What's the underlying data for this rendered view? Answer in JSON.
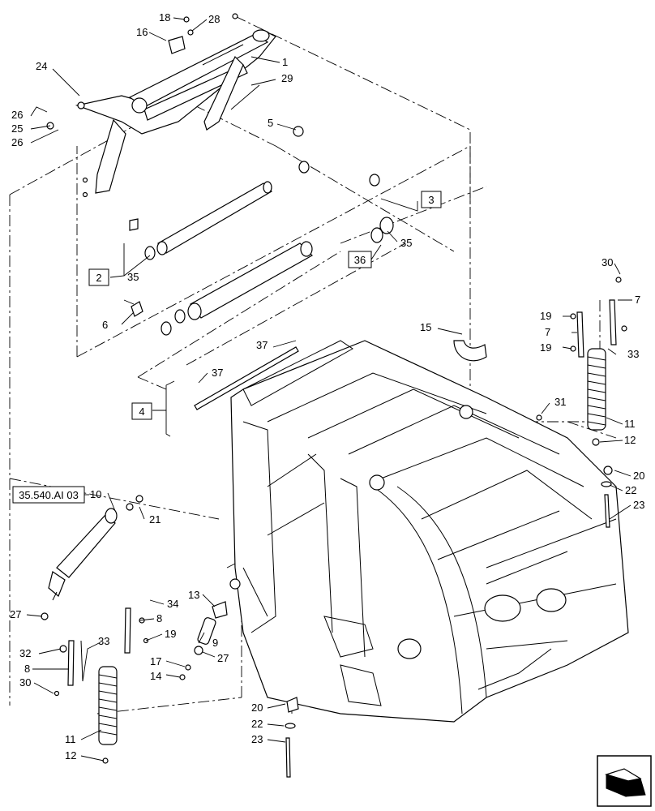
{
  "callouts": [
    "1",
    "2",
    "3",
    "4",
    "5",
    "6",
    "7",
    "8",
    "9",
    "10",
    "11",
    "12",
    "13",
    "14",
    "15",
    "16",
    "17",
    "18",
    "19",
    "20",
    "21",
    "22",
    "23",
    "24",
    "25",
    "26",
    "27",
    "28",
    "29",
    "30",
    "31",
    "32",
    "33",
    "34",
    "35",
    "36",
    "37"
  ],
  "boxed_callouts": {
    "two": "2",
    "three": "3",
    "four": "4",
    "thirtysix": "36"
  },
  "reference_box": "35.540.AI 03",
  "nav_icon": "next-page-arrow-icon"
}
